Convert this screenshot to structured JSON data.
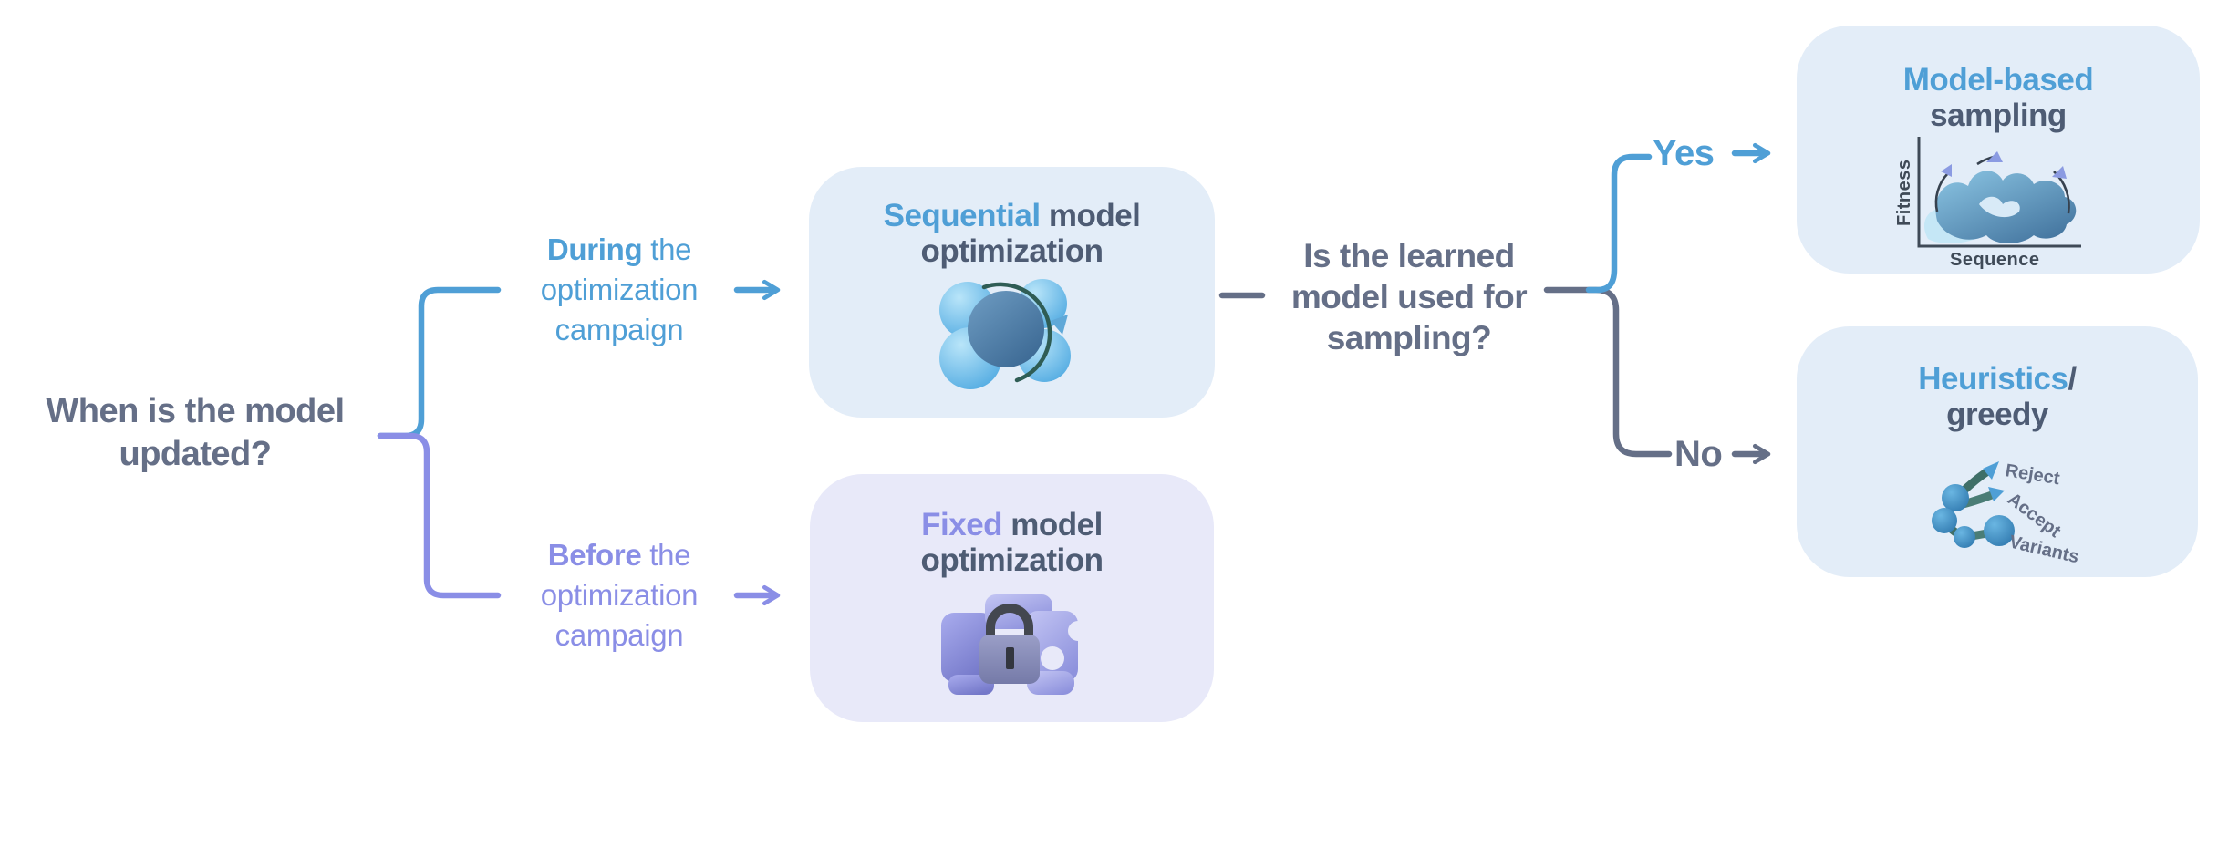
{
  "palette": {
    "blue": "#4f9fd6",
    "purple": "#8a8ee6",
    "slate": "#656f87",
    "dark_text": "#4e5c74",
    "box_blue_bg": "#e3edf8",
    "box_purple_bg": "#e8e9f9",
    "icon_teal": "#3f6f68",
    "icon_axis": "#3f4a57"
  },
  "root_question": {
    "line1": "When is the model",
    "line2": "updated?"
  },
  "branch_labels": {
    "during": {
      "accent": "During",
      "rest": " the",
      "line2": "optimization",
      "line3": "campaign"
    },
    "before": {
      "accent": "Before",
      "rest": " the",
      "line2": "optimization",
      "line3": "campaign"
    }
  },
  "decision_question": {
    "line1": "Is the learned",
    "line2": "model used for",
    "line3": "sampling?"
  },
  "yes_label": "Yes",
  "no_label": "No",
  "nodes": {
    "sequential": {
      "accent": "Sequential",
      "rest": " model",
      "line2": "optimization",
      "icon": "molecule-cycle-icon"
    },
    "fixed": {
      "accent": "Fixed",
      "rest": " model",
      "line2": "optimization",
      "icon": "lock-puzzle-icon"
    },
    "model_based": {
      "accent": "Model-based",
      "rest": "",
      "line2": "sampling",
      "icon": "fitness-landscape-icon",
      "axis_y": "Fitness",
      "axis_x": "Sequence"
    },
    "heuristics": {
      "accent": "Heuristics",
      "rest": "/",
      "line2": "greedy",
      "icon": "variant-selection-icon",
      "arrow_labels": {
        "reject": "Reject",
        "accept": "Accept",
        "variants": "Variants"
      }
    }
  }
}
